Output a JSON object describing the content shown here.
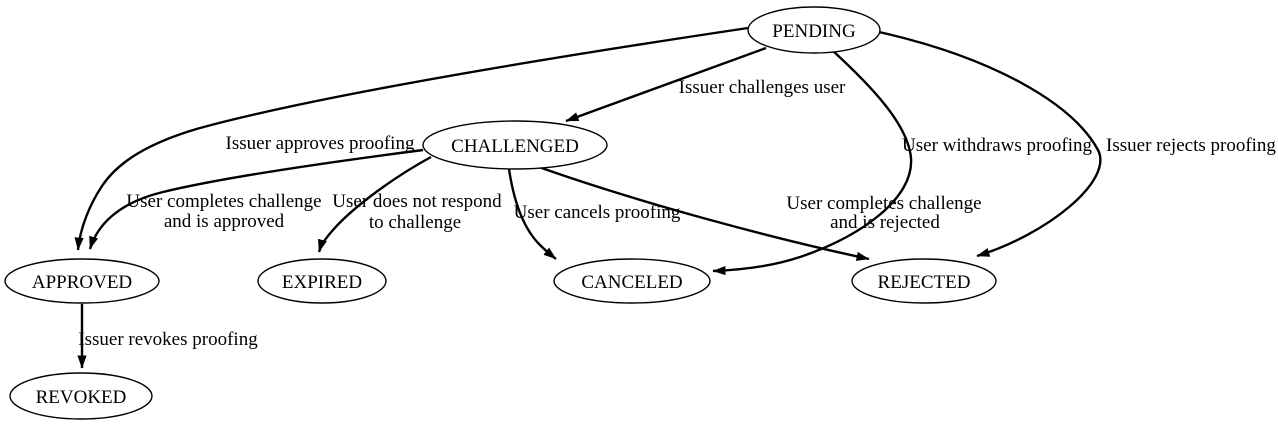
{
  "diagram": {
    "type": "state-machine-graph",
    "colors": {
      "background": "#ffffff",
      "node_fill": "#ffffff",
      "stroke": "#000000",
      "text": "#000000"
    },
    "nodes": {
      "pending": {
        "label": "PENDING"
      },
      "challenged": {
        "label": "CHALLENGED"
      },
      "approved": {
        "label": "APPROVED"
      },
      "expired": {
        "label": "EXPIRED"
      },
      "canceled": {
        "label": "CANCELED"
      },
      "rejected": {
        "label": "REJECTED"
      },
      "revoked": {
        "label": "REVOKED"
      }
    },
    "edges": {
      "pending_challenged": {
        "from": "PENDING",
        "to": "CHALLENGED",
        "label": "Issuer challenges user"
      },
      "pending_approved": {
        "from": "PENDING",
        "to": "APPROVED",
        "label": "Issuer approves proofing"
      },
      "pending_canceled": {
        "from": "PENDING",
        "to": "CANCELED",
        "label": "User withdraws proofing"
      },
      "pending_rejected": {
        "from": "PENDING",
        "to": "REJECTED",
        "label": "Issuer rejects proofing"
      },
      "challenged_approved": {
        "from": "CHALLENGED",
        "to": "APPROVED",
        "lines": [
          "User completes challenge",
          "and is approved"
        ]
      },
      "challenged_expired": {
        "from": "CHALLENGED",
        "to": "EXPIRED",
        "lines": [
          "User does not respond",
          "to challenge"
        ]
      },
      "challenged_canceled": {
        "from": "CHALLENGED",
        "to": "CANCELED",
        "label": "User cancels proofing"
      },
      "challenged_rejected": {
        "from": "CHALLENGED",
        "to": "REJECTED",
        "lines": [
          "User completes challenge",
          "and is rejected"
        ]
      },
      "approved_revoked": {
        "from": "APPROVED",
        "to": "REVOKED",
        "label": "Issuer revokes proofing"
      }
    }
  }
}
